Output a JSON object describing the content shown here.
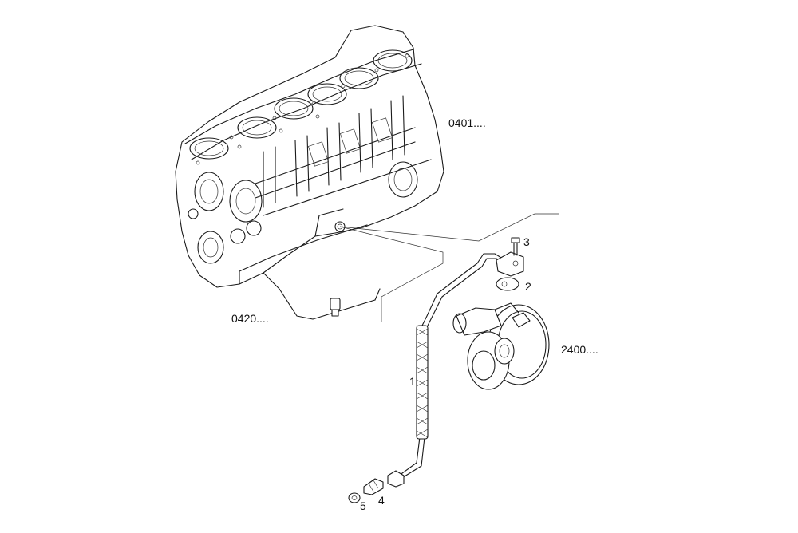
{
  "callouts": {
    "engine_block": "0401....",
    "oil_sump": "0420....",
    "turbocharger": "2400....",
    "pipe": "1",
    "gasket": "2",
    "bolt": "3",
    "union": "4",
    "washer": "5"
  }
}
